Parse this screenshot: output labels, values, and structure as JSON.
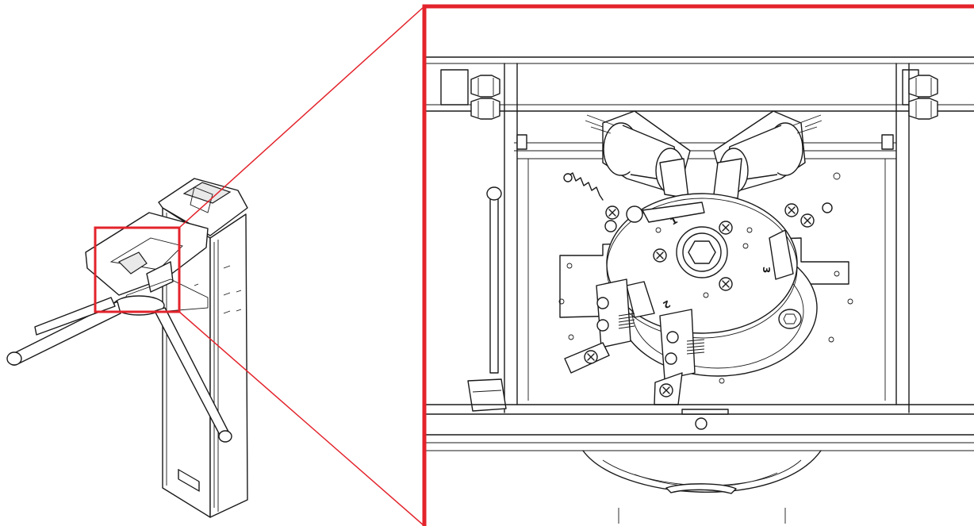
{
  "figure": {
    "accent_color": "#e3232b",
    "line_color": "#1a1a1a",
    "rotor_marks": [
      "1",
      "2",
      "3"
    ]
  }
}
